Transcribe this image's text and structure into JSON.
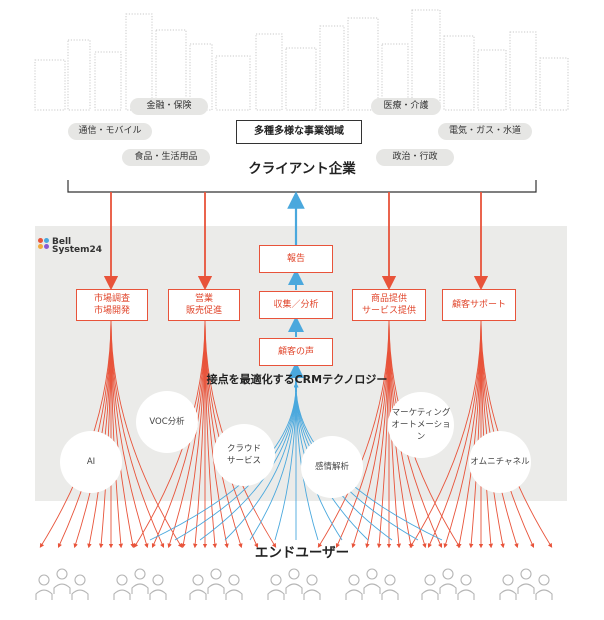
{
  "industries": {
    "center": "多種多様な事業領域",
    "left": [
      "金融・保険",
      "通信・モバイル",
      "食品・生活用品"
    ],
    "right": [
      "医療・介護",
      "電気・ガス・水道",
      "政治・行政"
    ]
  },
  "client_label": "クライアント企業",
  "logo": {
    "line1": "Bell",
    "line2": "System24"
  },
  "boxes": {
    "report": "報告",
    "market": "市場調査\n市場開発",
    "sales": "営業\n販売促進",
    "analysis": "収集／分析",
    "product": "商品提供\nサービス提供",
    "support": "顧客サポート",
    "voice": "顧客の声"
  },
  "crm_label": "接点を最適化するCRMテクノロジー",
  "technologies": {
    "ai": "AI",
    "voc": "VOC分析",
    "cloud": "クラウド\nサービス",
    "sentiment": "感情解析",
    "marketing": "マーケティング\nオートメーション",
    "omni": "オムニチャネル"
  },
  "end_user_label": "エンドユーザー",
  "colors": {
    "orange": "#e8533a",
    "blue": "#4aa8dd",
    "gray_band": "#ebebe9"
  }
}
